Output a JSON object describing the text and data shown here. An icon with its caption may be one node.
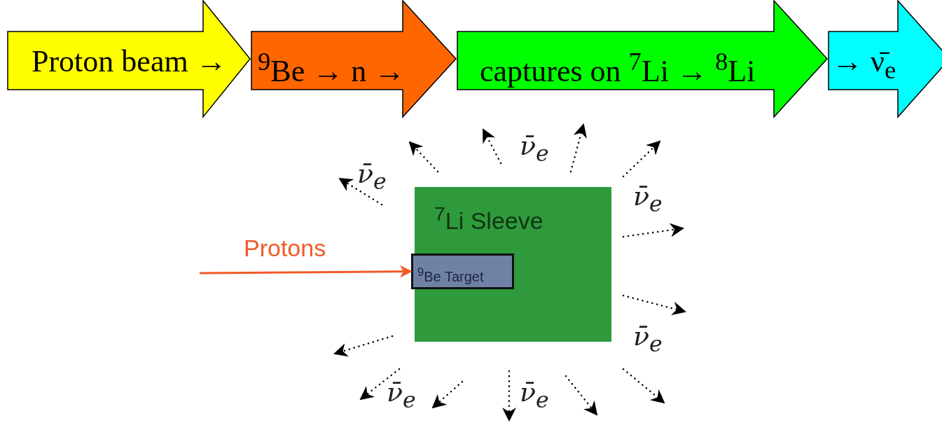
{
  "diagram": {
    "nodes": [
      {
        "text": [
          "Proton beam →"
        ]
      },
      {
        "text": [
          "$^{9}$Be → n →"
        ]
      },
      {
        "text": [
          "captures on $^{7}$Li → $^{8}$Li"
        ]
      },
      {
        "text": [
          "→ ν̄$_{e}$"
        ]
      },
      {
        "text": [
          "$^{7}$Li Sleeve"
        ]
      },
      {
        "text": [
          "$^{9}$Be Target"
        ],
        "in": 4
      }
    ],
    "edges": [
      {
        "from": null,
        "to": 5,
        "arrow": "to",
        "label": "Protons",
        "color": "#f05a28"
      }
    ],
    "labels": [
      "ν̄$_{e}$",
      "ν̄$_{e}$",
      "ν̄$_{e}$",
      "ν̄$_{e}$",
      "ν̄$_{e}$",
      "ν̄$_{e}$"
    ]
  }
}
